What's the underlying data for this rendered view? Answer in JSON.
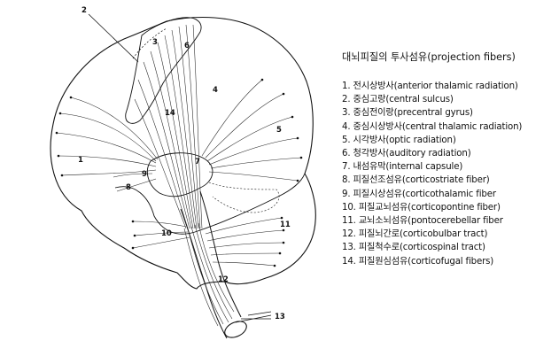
{
  "legend": {
    "title": "대뇌피질의 투사섬유(projection fibers)",
    "items": [
      "1. 전시상방사(anterior thalamic radiation)",
      "2. 중심고랑(central sulcus)",
      "3. 중심전이랑(precentral gyrus)",
      "4. 중심시상방사(central thalamic radiation)",
      "5. 시각방사(optic radiation)",
      "6. 청각방사(auditory radiation)",
      "7. 내섬유막(internal capsule)",
      "8. 피질선조섬유(corticostriate fiber)",
      "9. 피질시상섬유(corticothalamic fiber",
      "10. 피질교뇌섬유(corticopontine fiber)",
      "11. 교뇌소뇌섬유(pontocerebellar fiber",
      "12. 피질뇌간로(corticobulbar tract)",
      "13. 피질척수로(corticospinal tract)",
      "14. 피질원심섬유(corticofugal fibers)"
    ]
  },
  "figure_labels": [
    "1",
    "2",
    "3",
    "4",
    "5",
    "6",
    "7",
    "8",
    "9",
    "10",
    "11",
    "12",
    "13",
    "14"
  ]
}
